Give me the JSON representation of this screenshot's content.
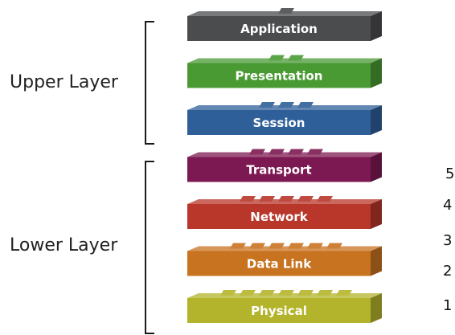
{
  "groups": {
    "upper": {
      "label": "Upper Layer"
    },
    "lower": {
      "label": "Lower Layer"
    }
  },
  "layers": [
    {
      "name": "Application",
      "color": "#4b4c4e",
      "group": "upper"
    },
    {
      "name": "Presentation",
      "color": "#4a9a34",
      "group": "upper"
    },
    {
      "name": "Session",
      "color": "#2f5f99",
      "group": "upper"
    },
    {
      "name": "Transport",
      "color": "#7d1952",
      "group": "lower"
    },
    {
      "name": "Network",
      "color": "#b8362a",
      "group": "lower"
    },
    {
      "name": "Data Link",
      "color": "#c87320",
      "group": "lower"
    },
    {
      "name": "Physical",
      "color": "#b4b42c",
      "group": "lower"
    }
  ],
  "numbers": [
    "5",
    "4",
    "3",
    "2",
    "1"
  ]
}
